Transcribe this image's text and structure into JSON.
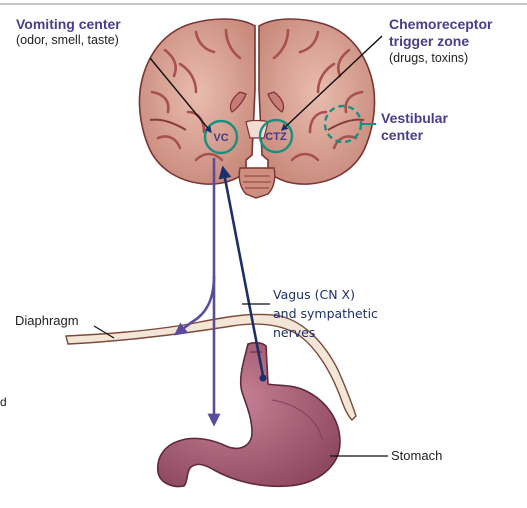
{
  "top_rule": true,
  "labels": {
    "vomiting_center": {
      "title": "Vomiting center",
      "sub": "(odor, smell, taste)"
    },
    "ctz": {
      "title_line1": "Chemoreceptor",
      "title_line2": "trigger zone",
      "sub": "(drugs, toxins)"
    },
    "vestibular": {
      "line1": "Vestibular",
      "line2": "center"
    },
    "diaphragm": "Diaphragm",
    "vagus": {
      "line1": "Vagus (CN X)",
      "line2": "and sympathetic",
      "line3": "nerves"
    },
    "stomach": "Stomach",
    "left_edge_fragment": "d"
  },
  "markers": {
    "vc": "VC",
    "ctz": "CTZ"
  },
  "colors": {
    "label_title": "#4a3c8f",
    "arrow_purple": "#5b4a9e",
    "arrow_navy": "#1d2f6b",
    "marker_teal": "#17907f",
    "brain_fill": "#d9a596",
    "brain_folds": "#a8504f",
    "stomach_fill": "#b2677b",
    "diaphragm_fill": "#f4e6d6"
  }
}
